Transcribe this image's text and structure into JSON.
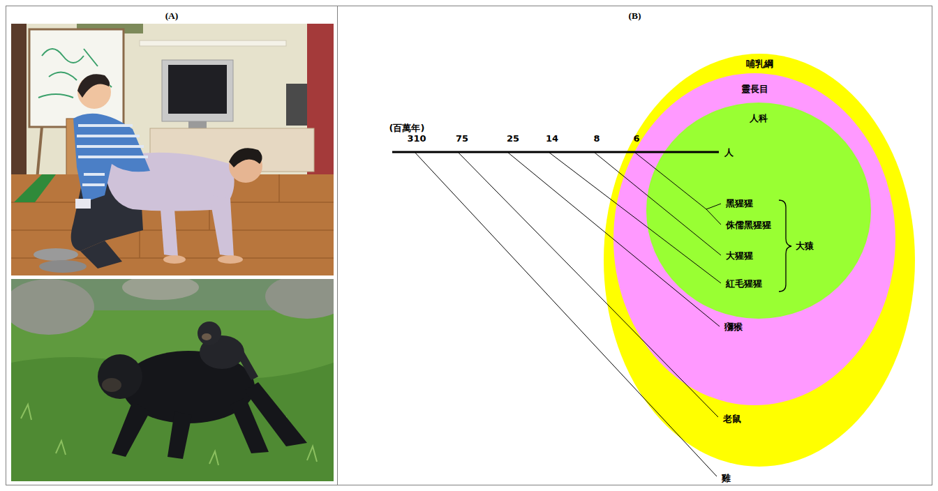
{
  "diagram": {
    "nodes": [
      {
        "text": [
          "(A)"
        ]
      },
      {
        "text": [
          "(B)"
        ]
      },
      {
        "text": [
          "哺乳綱"
        ],
        "in": 1
      },
      {
        "text": [
          "靈長目"
        ],
        "in": 2
      },
      {
        "text": [
          "人科"
        ],
        "in": 3
      }
    ],
    "labels": [
      "(百萬年)",
      "310",
      "75",
      "25",
      "14",
      "8",
      "6",
      "人",
      "黑猩猩",
      "侏儒黑猩猩",
      "大猩猩",
      "紅毛猩猩",
      "大猿",
      "獼猴",
      "老鼠",
      "雞"
    ]
  }
}
